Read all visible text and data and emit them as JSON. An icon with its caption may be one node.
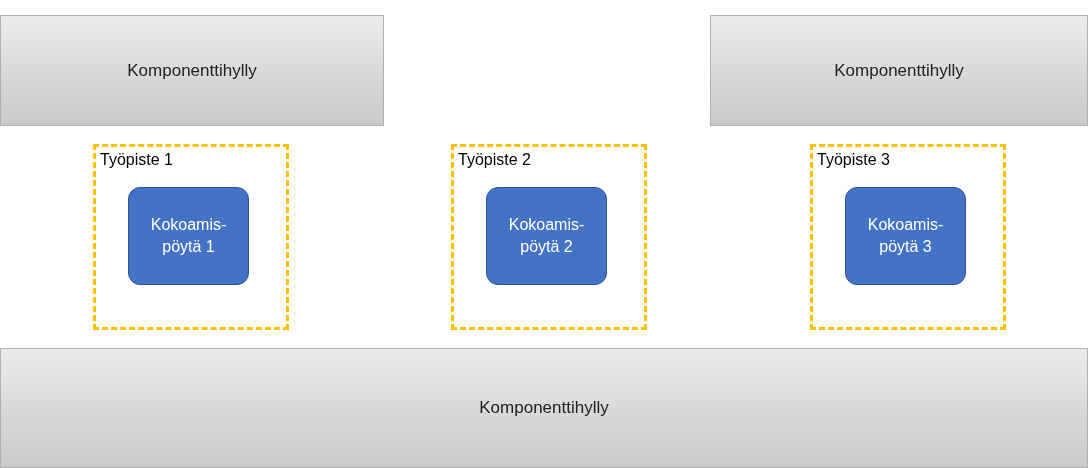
{
  "diagram": {
    "nodes": [
      {
        "text": [
          "Komponenttihylly"
        ]
      },
      {
        "text": [
          "Komponenttihylly"
        ]
      },
      {
        "text": [
          "Työpiste 1"
        ]
      },
      {
        "text": [
          "Kokoamis- pöytä 1"
        ],
        "in": 2
      },
      {
        "text": [
          "Työpiste 2"
        ]
      },
      {
        "text": [
          "Kokoamis- pöytä 2"
        ],
        "in": 4
      },
      {
        "text": [
          "Työpiste 3"
        ]
      },
      {
        "text": [
          "Kokoamis- pöytä 3"
        ],
        "in": 6
      },
      {
        "text": [
          "Komponenttihylly"
        ]
      }
    ],
    "edges": []
  }
}
